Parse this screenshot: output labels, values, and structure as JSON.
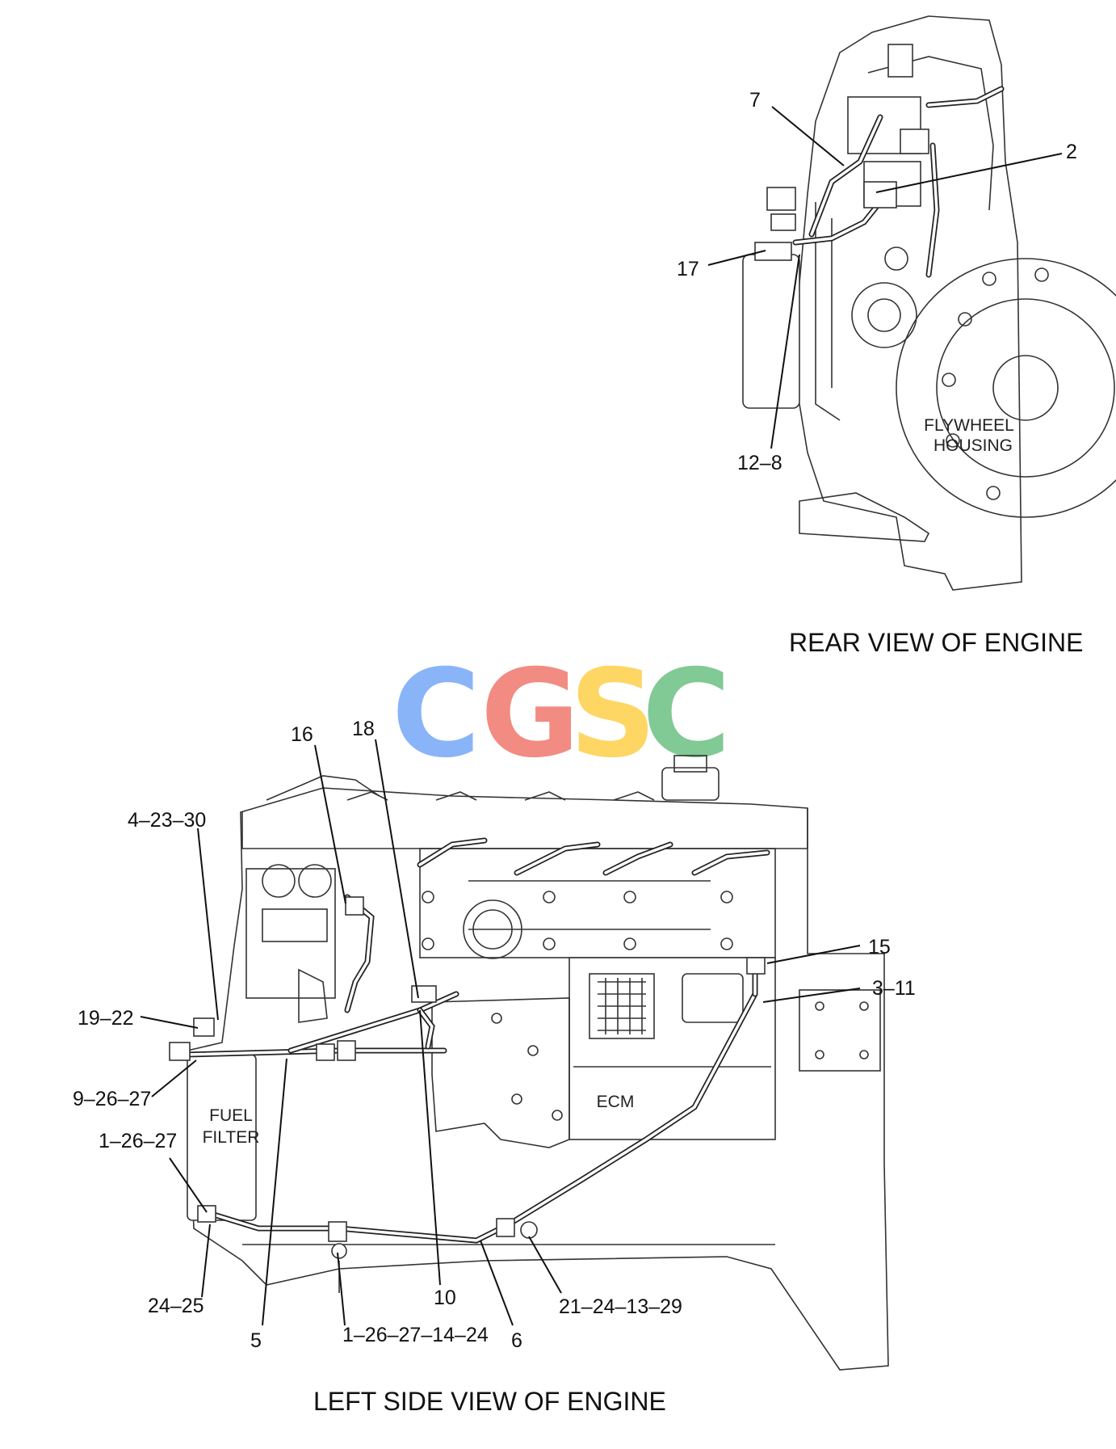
{
  "rear_view": {
    "title": "REAR VIEW OF ENGINE",
    "housing_label_line1": "FLYWHEEL",
    "housing_label_line2": "HOUSING",
    "callouts": [
      "7",
      "2",
      "17",
      "12–8"
    ]
  },
  "left_view": {
    "title": "LEFT SIDE  VIEW OF ENGINE",
    "filter_label_line1": "FUEL",
    "filter_label_line2": "FILTER",
    "ecm_label": "ECM",
    "callouts": [
      "16",
      "18",
      "4–23–30",
      "15",
      "3–11",
      "19–22",
      "9–26–27",
      "1–26–27",
      "24–25",
      "5",
      "1–26–27–14–24",
      "10",
      "6",
      "21–24–13–29"
    ]
  },
  "watermark": {
    "letters": [
      "C",
      "G",
      "S",
      "C"
    ],
    "colors": [
      "#8AB4F8",
      "#F28B82",
      "#FDD663",
      "#81C995"
    ]
  }
}
